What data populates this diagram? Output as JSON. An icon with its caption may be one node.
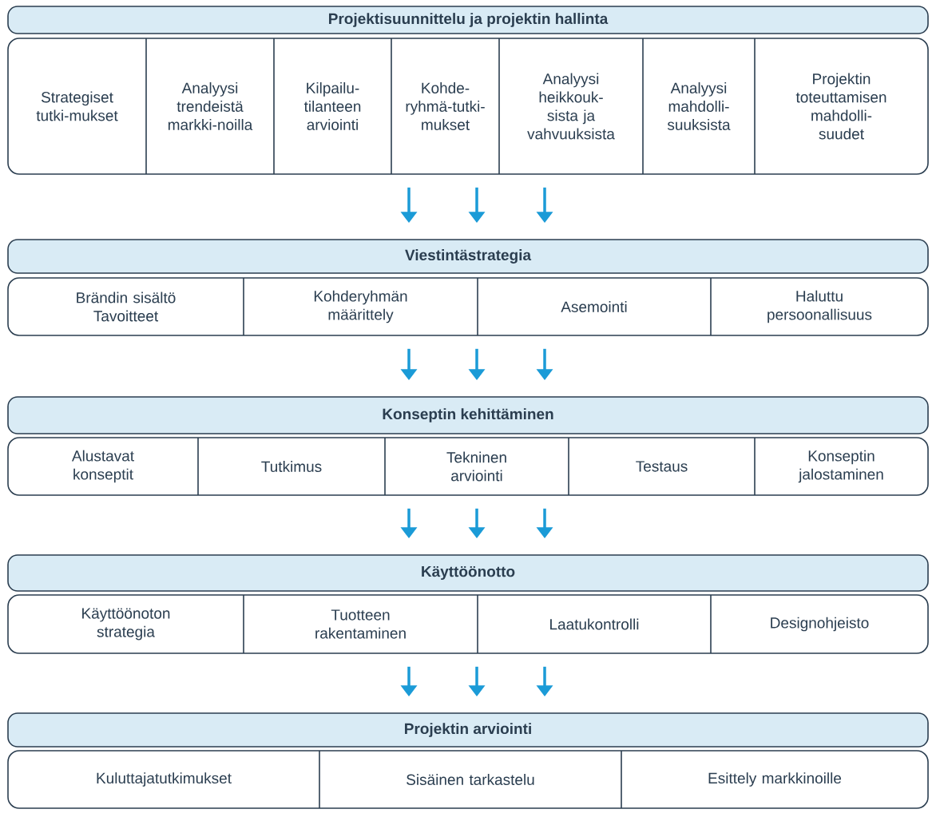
{
  "diagram": {
    "nodes": [
      {
        "text": [
          "Projektisuunnittelu ja projektin hallinta"
        ]
      },
      {
        "text": [],
        "shape": "box"
      },
      {
        "text": [
          "Strategiset tutki-mukset"
        ],
        "in": 1
      },
      {
        "text": [
          "Analyysi trendeistä markki-noilla"
        ],
        "in": 1
      },
      {
        "text": [
          "Kilpailu-tilanteen arviointi"
        ],
        "in": 1
      },
      {
        "text": [
          "Kohde-ryhmä-tutki-mukset"
        ],
        "in": 1
      },
      {
        "text": [
          "Analyysi heikkouk-sista ja vahvuuksista"
        ],
        "in": 1
      },
      {
        "text": [
          "Analyysi mahdolli-suuksista"
        ],
        "in": 1
      },
      {
        "text": [
          "Projektin toteuttamisen mahdolli-suudet"
        ],
        "in": 1
      },
      {
        "text": [
          "Viestintästrategia"
        ]
      },
      {
        "text": [],
        "shape": "box"
      },
      {
        "text": [
          "Brändin sisältö Tavoitteet"
        ],
        "in": 10
      },
      {
        "text": [
          "Kohderyhmän määrittely"
        ],
        "in": 10
      },
      {
        "text": [
          "Asemointi"
        ],
        "in": 10
      },
      {
        "text": [
          "Haluttu persoonallisuus"
        ],
        "in": 10
      },
      {
        "text": [
          "Konseptin kehittäminen"
        ]
      },
      {
        "text": [],
        "shape": "box"
      },
      {
        "text": [
          "Alustavat konseptit"
        ],
        "in": 16
      },
      {
        "text": [
          "Tutkimus"
        ],
        "in": 16
      },
      {
        "text": [
          "Tekninen arviointi"
        ],
        "in": 16
      },
      {
        "text": [
          "Testaus"
        ],
        "in": 16
      },
      {
        "text": [
          "Konseptin jalostaminen"
        ],
        "in": 16
      },
      {
        "text": [
          "Käyttöönotto"
        ]
      },
      {
        "text": [],
        "shape": "box"
      },
      {
        "text": [
          "Käyttöönoton strategia"
        ],
        "in": 23
      },
      {
        "text": [
          "Tuotteen rakentaminen"
        ],
        "in": 23
      },
      {
        "text": [
          "Laatukontrolli"
        ],
        "in": 23
      },
      {
        "text": [
          "Designohjeisto"
        ],
        "in": 23
      },
      {
        "text": [
          "Projektin arviointi"
        ]
      },
      {
        "text": [],
        "shape": "box"
      },
      {
        "text": [
          "Kuluttajatutkimukset"
        ],
        "in": 29
      },
      {
        "text": [
          "Sisäinen tarkastelu"
        ],
        "in": 29
      },
      {
        "text": [
          "Esittely markkinoille"
        ],
        "in": 29
      }
    ],
    "edges": [
      {
        "from": 1,
        "to": 9,
        "arrow": "to"
      },
      {
        "from": 1,
        "to": 9,
        "arrow": "to"
      },
      {
        "from": 1,
        "to": 9,
        "arrow": "to"
      },
      {
        "from": 10,
        "to": 15,
        "arrow": "to"
      },
      {
        "from": 10,
        "to": 15,
        "arrow": "to"
      },
      {
        "from": 10,
        "to": 15,
        "arrow": "to"
      },
      {
        "from": 16,
        "to": 22,
        "arrow": "to"
      },
      {
        "from": 16,
        "to": 22,
        "arrow": "to"
      },
      {
        "from": 16,
        "to": 22,
        "arrow": "to"
      },
      {
        "from": 23,
        "to": 28,
        "arrow": "to"
      },
      {
        "from": 23,
        "to": 28,
        "arrow": "to"
      },
      {
        "from": 23,
        "to": 28,
        "arrow": "to"
      }
    ]
  }
}
